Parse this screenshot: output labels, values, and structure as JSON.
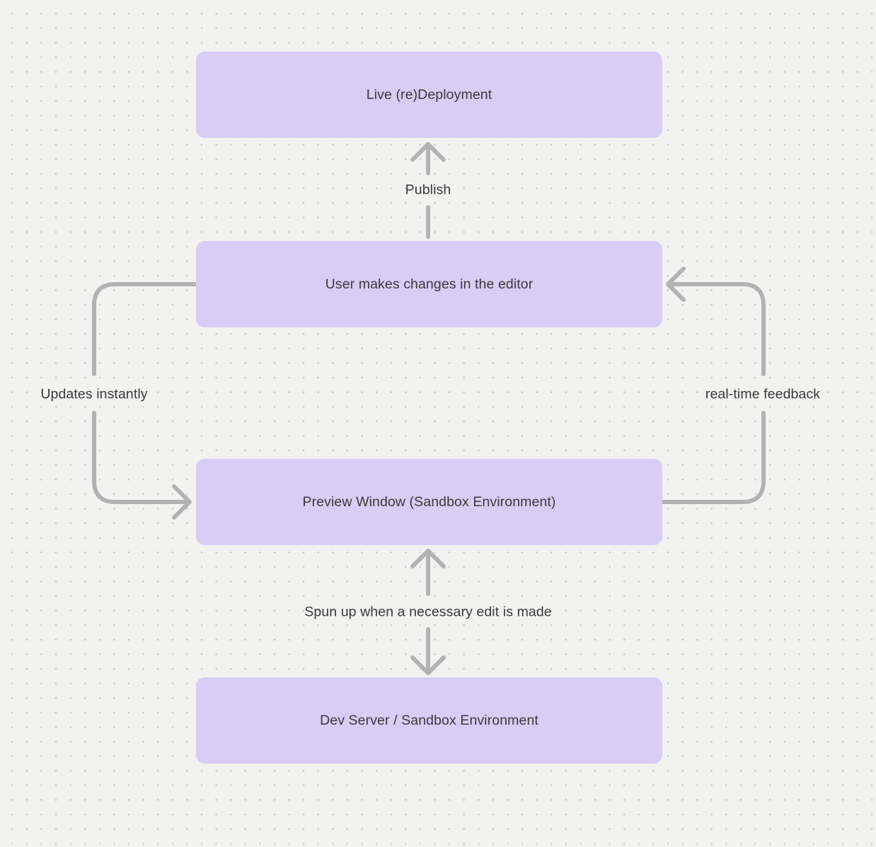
{
  "diagram": {
    "nodes": [
      {
        "id": "live-deployment",
        "label": "Live (re)Deployment"
      },
      {
        "id": "user-editor",
        "label": "User makes changes in the editor"
      },
      {
        "id": "preview-window",
        "label": "Preview Window (Sandbox Environment)"
      },
      {
        "id": "dev-server",
        "label": "Dev Server / Sandbox Environment"
      }
    ],
    "edges": [
      {
        "id": "publish",
        "label": "Publish",
        "from": "user-editor",
        "to": "live-deployment",
        "direction": "up"
      },
      {
        "id": "updates-instantly",
        "label": "Updates instantly",
        "from": "user-editor",
        "to": "preview-window",
        "direction": "left-loop-down"
      },
      {
        "id": "real-time-feedback",
        "label": "real-time feedback",
        "from": "preview-window",
        "to": "user-editor",
        "direction": "right-loop-up"
      },
      {
        "id": "spun-up",
        "label": "Spun up when a necessary edit is made",
        "from": "preview-window",
        "to": "dev-server",
        "direction": "bidirectional"
      }
    ],
    "colors": {
      "node_fill": "#d7cdf5",
      "arrow": "#b2b2b2",
      "text": "#3a3a3a",
      "canvas_background": "#f2f2f1",
      "grid_dot": "#c7c7c7"
    }
  }
}
